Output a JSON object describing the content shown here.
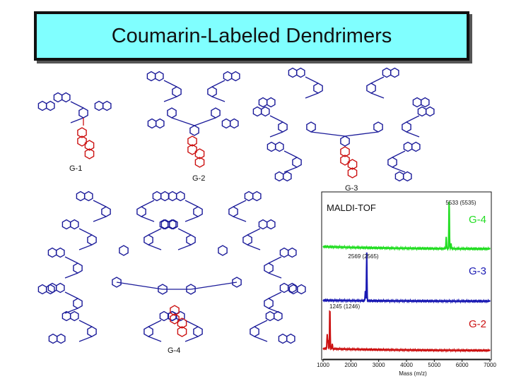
{
  "slide": {
    "title": "Coumarin-Labeled Dendrimers"
  },
  "structures": {
    "labels": [
      "G-1",
      "G-2",
      "G-3",
      "G-4"
    ],
    "colors": {
      "scaffold": "#1a1a99",
      "coumarin_core": "#cc1111"
    }
  },
  "chart_data": {
    "type": "line",
    "title": "MALDI-TOF",
    "xlabel": "Mass (m/z)",
    "ylabel": "",
    "xlim": [
      1000,
      7000
    ],
    "xticks": [
      1000,
      2000,
      3000,
      4000,
      5000,
      6000,
      7000
    ],
    "grid": false,
    "series": [
      {
        "name": "G-4",
        "color": "#22dd22",
        "peak_x": 5533,
        "peak_label": "5533 (5535)",
        "baseline": 0.05,
        "peaks": [
          {
            "x": 5533,
            "y": 1.0
          },
          {
            "x": 5430,
            "y": 0.25
          },
          {
            "x": 5600,
            "y": 0.12
          }
        ]
      },
      {
        "name": "G-3",
        "color": "#1a1ab3",
        "peak_x": 2569,
        "peak_label": "2569 (2565)",
        "baseline": 0.02,
        "peaks": [
          {
            "x": 2569,
            "y": 1.0
          },
          {
            "x": 2520,
            "y": 0.2
          }
        ]
      },
      {
        "name": "G-2",
        "color": "#cc1111",
        "peak_x": 1245,
        "peak_label": "1245 (1246)",
        "baseline": 0.05,
        "peaks": [
          {
            "x": 1245,
            "y": 1.0
          },
          {
            "x": 1150,
            "y": 0.35
          },
          {
            "x": 1180,
            "y": 0.2
          },
          {
            "x": 1330,
            "y": 0.12
          }
        ]
      }
    ]
  }
}
